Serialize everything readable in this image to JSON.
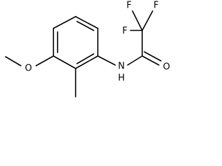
{
  "molecule": {
    "labels": {
      "fluorine_top_left": "F",
      "fluorine_top_right": "F",
      "fluorine_middle": "F",
      "oxygen_carbonyl": "O",
      "nitrogen_amide": "N",
      "hydrogen_amide": "H",
      "oxygen_methoxy": "O"
    }
  }
}
